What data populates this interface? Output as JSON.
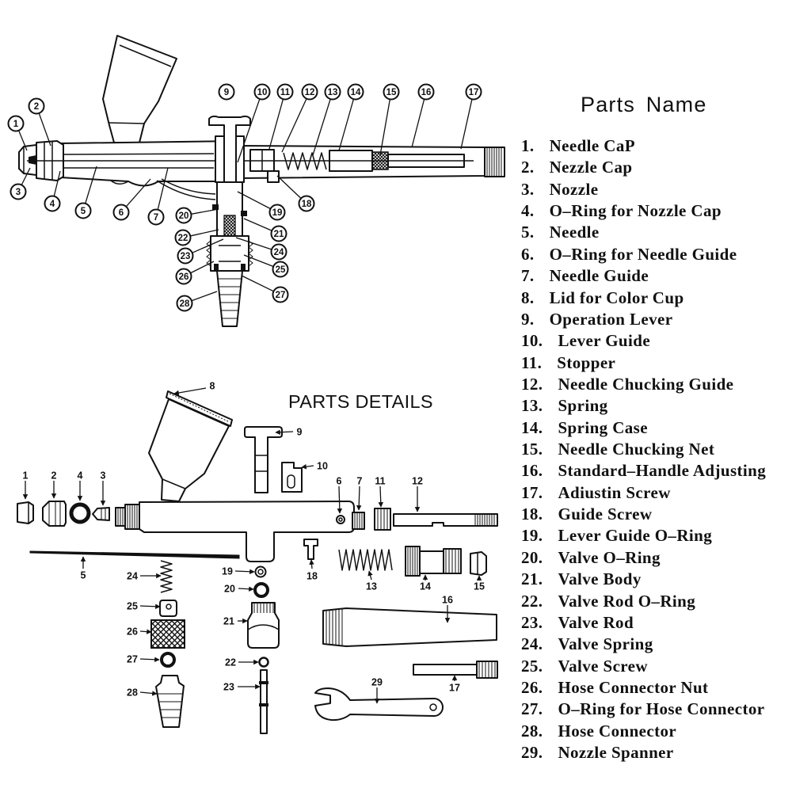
{
  "section_view": {
    "callouts": [
      "1",
      "2",
      "3",
      "4",
      "5",
      "6",
      "7",
      "9",
      "10",
      "11",
      "12",
      "13",
      "14",
      "15",
      "16",
      "17",
      "18",
      "19",
      "20",
      "21",
      "22",
      "23",
      "24",
      "25",
      "26",
      "27",
      "28"
    ]
  },
  "parts_details": {
    "heading": "PARTS DETAILS",
    "callouts": [
      "8",
      "9",
      "10",
      "1",
      "2",
      "4",
      "3",
      "6",
      "7",
      "11",
      "12",
      "5",
      "18",
      "13",
      "14",
      "15",
      "16",
      "17",
      "29",
      "24",
      "25",
      "26",
      "27",
      "28",
      "19",
      "20",
      "21",
      "22",
      "23"
    ]
  },
  "parts_name": {
    "heading": "Parts Name",
    "items": [
      {
        "num": "1.",
        "name": "Needle CaP"
      },
      {
        "num": "2.",
        "name": "Nezzle Cap"
      },
      {
        "num": "3.",
        "name": "Nozzle"
      },
      {
        "num": "4.",
        "name": "O–Ring for Nozzle Cap"
      },
      {
        "num": "5.",
        "name": "Needle"
      },
      {
        "num": "6.",
        "name": "O–Ring for Needle Guide"
      },
      {
        "num": "7.",
        "name": "Needle Guide"
      },
      {
        "num": "8.",
        "name": "Lid for Color Cup"
      },
      {
        "num": "9.",
        "name": "Operation Lever"
      },
      {
        "num": "10.",
        "name": "Lever Guide"
      },
      {
        "num": "11.",
        "name": "Stopper"
      },
      {
        "num": "12.",
        "name": "Needle Chucking Guide"
      },
      {
        "num": "13.",
        "name": "Spring"
      },
      {
        "num": "14.",
        "name": "Spring Case"
      },
      {
        "num": "15.",
        "name": "Needle Chucking Net"
      },
      {
        "num": "16.",
        "name": "Standard–Handle Adjusting"
      },
      {
        "num": "17.",
        "name": "Adiustin Screw"
      },
      {
        "num": "18.",
        "name": "Guide Screw"
      },
      {
        "num": "19.",
        "name": "Lever Guide O–Ring"
      },
      {
        "num": "20.",
        "name": "Valve O–Ring"
      },
      {
        "num": "21.",
        "name": "Valve Body"
      },
      {
        "num": "22.",
        "name": "Valve Rod O–Ring"
      },
      {
        "num": "23.",
        "name": "Valve Rod"
      },
      {
        "num": "24.",
        "name": "Valve Spring"
      },
      {
        "num": "25.",
        "name": "Valve Screw"
      },
      {
        "num": "26.",
        "name": "Hose Connector Nut"
      },
      {
        "num": "27.",
        "name": "O–Ring for Hose Connector"
      },
      {
        "num": "28.",
        "name": "Hose Connector"
      },
      {
        "num": "29.",
        "name": "Nozzle Spanner"
      }
    ]
  }
}
